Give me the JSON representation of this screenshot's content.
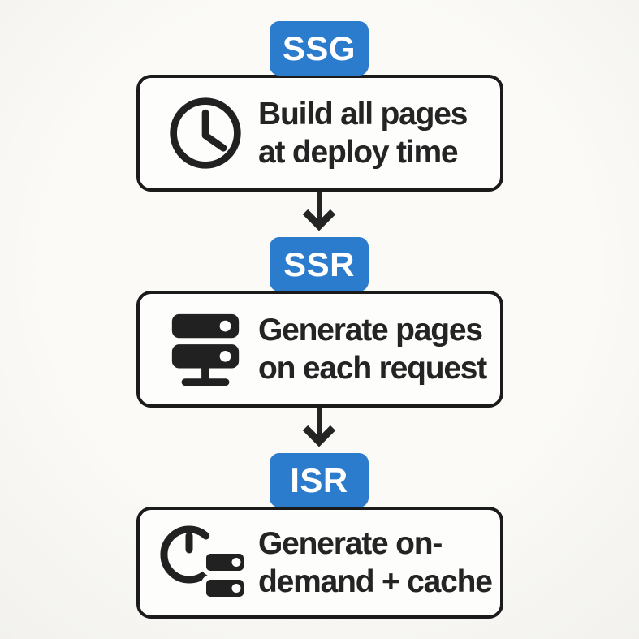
{
  "diagram": {
    "nodes": [
      {
        "id": "ssg",
        "badge": "SSG",
        "icon": "clock-icon",
        "lines": [
          "Build all pages",
          "at deploy time"
        ]
      },
      {
        "id": "ssr",
        "badge": "SSR",
        "icon": "server-icon",
        "lines": [
          "Generate pages",
          "on each request"
        ]
      },
      {
        "id": "isr",
        "badge": "ISR",
        "icon": "clock-server-icon",
        "lines": [
          "Generate on-",
          "demand + cache"
        ]
      }
    ],
    "connectors": [
      "ssg-to-ssr-arrow",
      "ssr-to-isr-arrow"
    ],
    "colors": {
      "badge_blue": "#2c7ccd",
      "badge_text": "#ffffff",
      "box_border": "#1b1b1b",
      "box_fill": "#fdfdfb",
      "background": "#f7f6f2",
      "text": "#242424",
      "arrow": "#242424",
      "icon": "#212121"
    }
  }
}
